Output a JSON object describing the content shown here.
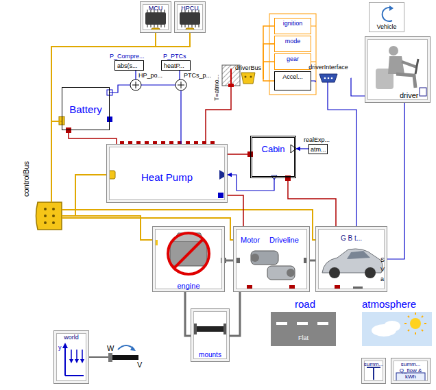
{
  "diagram": {
    "nodes": [
      {
        "text": [
          "MCU"
        ]
      },
      {
        "text": [
          "HPCU"
        ]
      },
      {
        "text": [
          "Vehicle"
        ]
      },
      {
        "text": [
          "driver"
        ]
      },
      {
        "text": [
          "P_Compre...",
          "abs(s..."
        ]
      },
      {
        "text": [
          "P_PTCs",
          "heatP..."
        ]
      },
      {
        "text": [
          "HP_po..."
        ]
      },
      {
        "text": [
          "PTCs_p..."
        ]
      },
      {
        "text": [
          "T=atmo..."
        ]
      },
      {
        "text": [
          "driverBus"
        ]
      },
      {
        "text": [
          "ignition"
        ]
      },
      {
        "text": [
          "mode"
        ]
      },
      {
        "text": [
          "gear"
        ]
      },
      {
        "text": [
          "Accel..."
        ]
      },
      {
        "text": [
          "driverInterface"
        ]
      },
      {
        "text": [
          "Battery"
        ]
      },
      {
        "text": [
          "Cabin"
        ]
      },
      {
        "text": [
          "realExp...",
          "atm..."
        ]
      },
      {
        "text": [
          "Heat Pump"
        ]
      },
      {
        "text": [
          "controlBus"
        ]
      },
      {
        "text": [
          "engine"
        ]
      },
      {
        "text": [
          "Motor",
          "Driveline"
        ]
      },
      {
        "text": [
          "G B t...",
          "S",
          "V",
          "a"
        ]
      },
      {
        "text": [
          "road",
          "Flat"
        ]
      },
      {
        "text": [
          "atmosphere"
        ]
      },
      {
        "text": [
          "summ..."
        ]
      },
      {
        "text": [
          "summ...",
          "Q_flow & kWh"
        ]
      },
      {
        "text": [
          "mounts"
        ]
      },
      {
        "text": [
          "world",
          "y"
        ]
      }
    ],
    "edges": [
      {
        "from": 0,
        "to": 19,
        "arrow": "none"
      },
      {
        "from": 1,
        "to": 19,
        "arrow": "none"
      },
      {
        "from": 19,
        "to": 15,
        "arrow": "none"
      },
      {
        "from": 19,
        "to": 18,
        "arrow": "none"
      },
      {
        "from": 19,
        "to": 20,
        "arrow": "none"
      },
      {
        "from": 19,
        "to": 21,
        "arrow": "none"
      },
      {
        "from": 19,
        "to": 22,
        "arrow": "none"
      },
      {
        "from": 9,
        "to": 10,
        "arrow": "none"
      },
      {
        "from": 9,
        "to": 11,
        "arrow": "none"
      },
      {
        "from": 9,
        "to": 12,
        "arrow": "none"
      },
      {
        "from": 9,
        "to": 13,
        "arrow": "none"
      },
      {
        "from": 13,
        "to": 14,
        "arrow": "none"
      },
      {
        "from": 14,
        "to": 3,
        "arrow": "none"
      },
      {
        "from": 22,
        "to": 3,
        "arrow": "none"
      },
      {
        "from": 14,
        "to": 22,
        "arrow": "none"
      },
      {
        "from": 17,
        "to": 16,
        "arrow": "to"
      },
      {
        "from": 16,
        "to": 18,
        "arrow": "to"
      },
      {
        "from": 15,
        "to": 6,
        "arrow": "none"
      },
      {
        "from": 6,
        "to": 7,
        "arrow": "none"
      },
      {
        "from": 4,
        "to": 6,
        "arrow": "none"
      },
      {
        "from": 5,
        "to": 7,
        "arrow": "none"
      },
      {
        "from": 7,
        "to": 18,
        "arrow": "none"
      },
      {
        "from": 15,
        "to": 18,
        "arrow": "none"
      },
      {
        "from": 8,
        "to": 18,
        "arrow": "none"
      },
      {
        "from": 18,
        "to": 16,
        "arrow": "none"
      },
      {
        "from": 18,
        "to": 21,
        "arrow": "none"
      },
      {
        "from": 16,
        "to": 22,
        "arrow": "none"
      },
      {
        "from": 20,
        "to": 21,
        "arrow": "none"
      },
      {
        "from": 21,
        "to": 22,
        "arrow": "none"
      },
      {
        "from": 20,
        "to": 27,
        "arrow": "none"
      },
      {
        "from": 21,
        "to": 27,
        "arrow": "none"
      }
    ],
    "labels": [
      "W",
      "V"
    ]
  }
}
